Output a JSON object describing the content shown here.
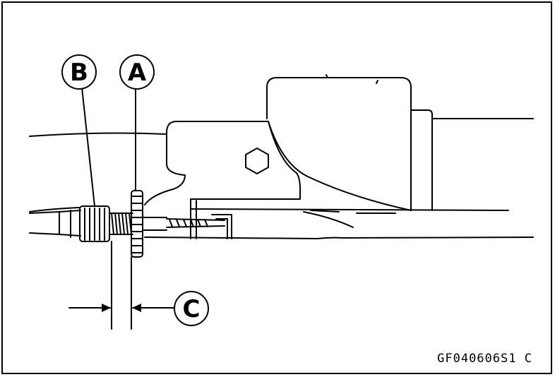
{
  "labels": {
    "a": "A",
    "b": "B",
    "c": "C"
  },
  "figure_code": "GF040606S1 C",
  "colors": {
    "ink": "#000000",
    "paper": "#ffffff"
  }
}
